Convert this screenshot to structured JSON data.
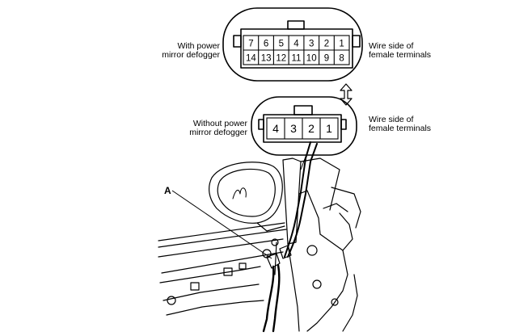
{
  "top_connector": {
    "left_label": [
      "With power",
      "mirror defogger"
    ],
    "right_label": [
      "Wire side of",
      "female terminals"
    ],
    "row1": [
      "7",
      "6",
      "5",
      "4",
      "3",
      "2",
      "1"
    ],
    "row2": [
      "14",
      "13",
      "12",
      "11",
      "10",
      "9",
      "8"
    ]
  },
  "bottom_connector": {
    "left_label": [
      "Without power",
      "mirror defogger"
    ],
    "right_label": [
      "Wire side of",
      "female terminals"
    ],
    "pins": [
      "4",
      "3",
      "2",
      "1"
    ]
  },
  "callout": "A"
}
